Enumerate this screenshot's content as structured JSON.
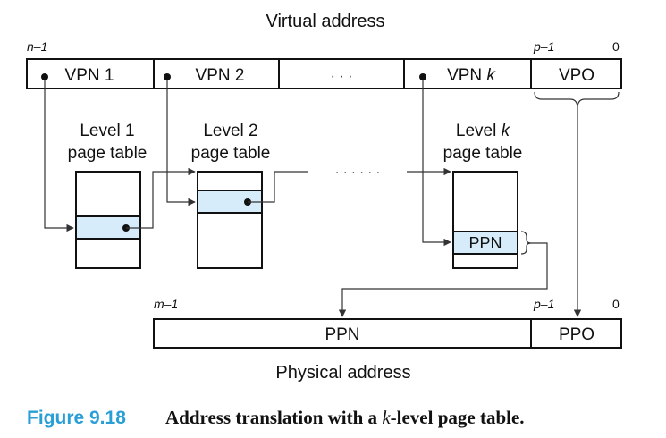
{
  "virtual_address": {
    "title": "Virtual address",
    "bit_left": "n–1",
    "bit_p": "p–1",
    "bit_zero": "0",
    "fields": {
      "vpn1": "VPN 1",
      "vpn2": "VPN 2",
      "ellipsis": "· · ·",
      "vpnk_prefix": "VPN ",
      "vpnk_var": "k",
      "vpo": "VPO"
    }
  },
  "page_tables": {
    "level1": {
      "line1": "Level 1",
      "line2": "page table"
    },
    "level2": {
      "line1": "Level 2",
      "line2": "page table"
    },
    "levelk": {
      "line1_prefix": "Level ",
      "line1_var": "k",
      "line2": "page table",
      "entry": "PPN"
    },
    "chain_ellipsis": "· · ·   · · ·"
  },
  "physical_address": {
    "title": "Physical address",
    "bit_left": "m–1",
    "bit_p": "p–1",
    "bit_zero": "0",
    "fields": {
      "ppn": "PPN",
      "ppo": "PPO"
    }
  },
  "caption": {
    "number": "Figure 9.18",
    "text_before": "Address translation with a ",
    "text_var": "k",
    "text_after": "-level page table."
  }
}
